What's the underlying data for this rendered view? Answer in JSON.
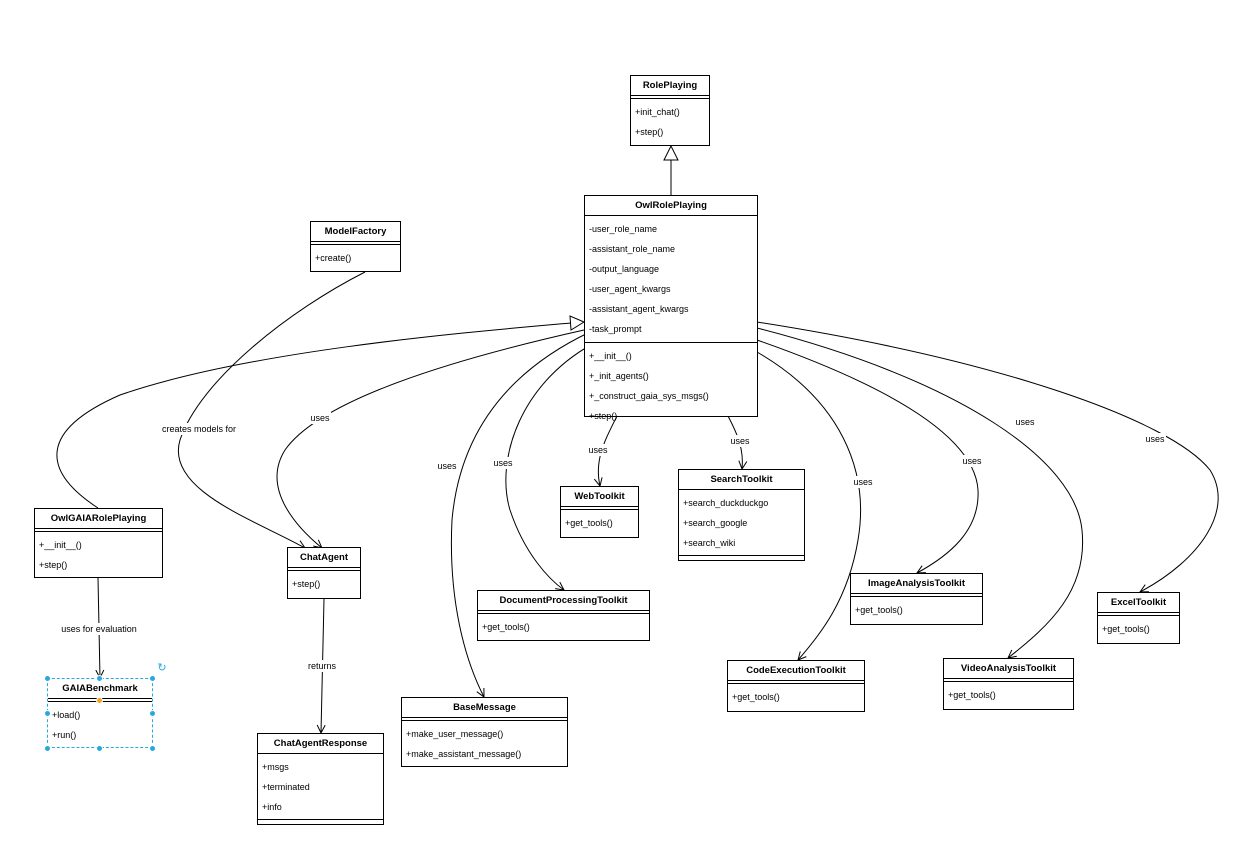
{
  "classes": {
    "rp": {
      "name": "RolePlaying",
      "methods": [
        "+init_chat()",
        "+step()"
      ]
    },
    "orp": {
      "name": "OwlRolePlaying",
      "attributes": [
        "-user_role_name",
        "-assistant_role_name",
        "-output_language",
        "-user_agent_kwargs",
        "-assistant_agent_kwargs",
        "-task_prompt"
      ],
      "methods": [
        "+__init__()",
        "+_init_agents()",
        "+_construct_gaia_sys_msgs()",
        "+step()"
      ]
    },
    "mf": {
      "name": "ModelFactory",
      "methods": [
        "+create()"
      ]
    },
    "ogrp": {
      "name": "OwlGAIARolePlaying",
      "methods": [
        "+__init__()",
        "+step()"
      ]
    },
    "ca": {
      "name": "ChatAgent",
      "methods": [
        "+step()"
      ]
    },
    "gb": {
      "name": "GAIABenchmark",
      "methods": [
        "+load()",
        "+run()"
      ]
    },
    "car": {
      "name": "ChatAgentResponse",
      "attributes": [
        "+msgs",
        "+terminated",
        "+info"
      ]
    },
    "bm": {
      "name": "BaseMessage",
      "methods": [
        "+make_user_message()",
        "+make_assistant_message()"
      ]
    },
    "wt": {
      "name": "WebToolkit",
      "methods": [
        "+get_tools()"
      ]
    },
    "st": {
      "name": "SearchToolkit",
      "methods": [
        "+search_duckduckgo",
        "+search_google",
        "+search_wiki"
      ]
    },
    "dpt": {
      "name": "DocumentProcessingToolkit",
      "methods": [
        "+get_tools()"
      ]
    },
    "cet": {
      "name": "CodeExecutionToolkit",
      "methods": [
        "+get_tools()"
      ]
    },
    "iat": {
      "name": "ImageAnalysisToolkit",
      "methods": [
        "+get_tools()"
      ]
    },
    "vat": {
      "name": "VideoAnalysisToolkit",
      "methods": [
        "+get_tools()"
      ]
    },
    "et": {
      "name": "ExcelToolkit",
      "methods": [
        "+get_tools()"
      ]
    }
  },
  "edge_labels": {
    "creates_models_for": "creates models for",
    "uses": "uses",
    "uses_for_evaluation": "uses for evaluation",
    "returns": "returns"
  },
  "colors": {
    "selection": "#29a8e0",
    "handle_center": "#f5a623"
  }
}
